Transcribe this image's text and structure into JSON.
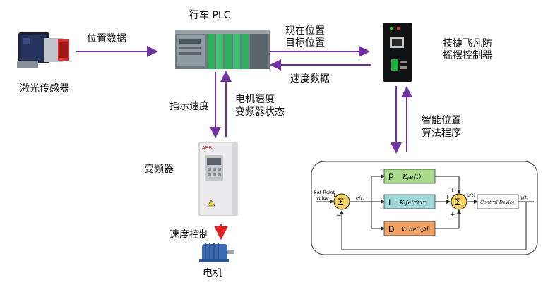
{
  "plc": {
    "title": "行车 PLC"
  },
  "laser": {
    "label": "激光传感器"
  },
  "controller": {
    "label_line1": "技捷飞凡防",
    "label_line2": "摇摆控制器"
  },
  "vfd": {
    "label": "变频器"
  },
  "motor": {
    "label": "电机"
  },
  "arrows": {
    "position_data": "位置数据",
    "current_target_line1": "现在位置",
    "current_target_line2": "目标位置",
    "speed_data": "速度数据",
    "command_speed": "指示速度",
    "motor_status_line1": "电机速度",
    "motor_status_line2": "变频器状态",
    "smart_algo_line1": "智能位置",
    "smart_algo_line2": "算法程序",
    "speed_control": "速度控制"
  },
  "pid": {
    "setpoint_line1": "Set Point",
    "setpoint_line2": "value",
    "error": "e(t)",
    "p_label": "P",
    "i_label": "I",
    "d_label": "D",
    "p_formula": "Kₚe(t)",
    "i_formula": "Kᵢ∫e(τ)dτ",
    "d_formula": "Kₐ de(t)/dt",
    "sum_symbol": "Σ",
    "control_device": "Control Device",
    "u": "u(t)",
    "y": "y(t)",
    "plus": "+",
    "minus": "−"
  },
  "colors": {
    "arrow": "#7030a0",
    "red_arrow": "#e02020",
    "p_box": "#a8d88a",
    "i_box": "#9fd8d8",
    "d_box": "#f0a060",
    "sum_fill": "#f4d060"
  }
}
